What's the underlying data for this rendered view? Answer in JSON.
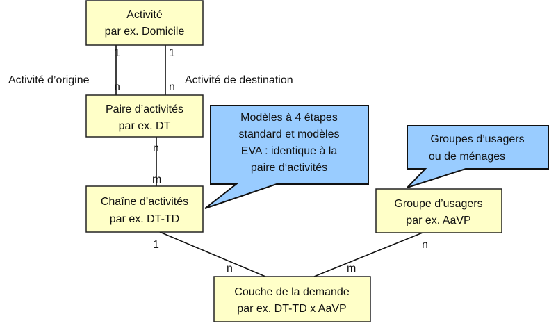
{
  "entities": {
    "activite": {
      "line1": "Activité",
      "line2": "par ex. Domicile"
    },
    "paire": {
      "line1": "Paire d’activités",
      "line2": "par ex. DT"
    },
    "chaine": {
      "line1": "Chaîne d’activités",
      "line2": "par ex. DT-TD"
    },
    "groupe": {
      "line1": "Groupe d’usagers",
      "line2": "par ex. AaVP"
    },
    "couche": {
      "line1": "Couche de la demande",
      "line2": "par ex. DT-TD x AaVP"
    }
  },
  "relations": {
    "origine_label": "Activité d’origine",
    "destination_label": "Activité de destination",
    "origine_top": "1",
    "origine_bottom": "n",
    "destination_top": "1",
    "destination_bottom": "n",
    "paire_chaine_top": "n",
    "paire_chaine_bottom": "m",
    "chaine_couche_top": "1",
    "chaine_couche_bottom": "n",
    "groupe_couche_top": "n",
    "groupe_couche_bottom": "m"
  },
  "callouts": {
    "modeles": [
      "Modèles à 4 étapes",
      "standard et modèles",
      "EVA : identique à la",
      "paire d‘activités"
    ],
    "groupes": [
      "Groupes d’usagers",
      "ou de ménages"
    ]
  }
}
